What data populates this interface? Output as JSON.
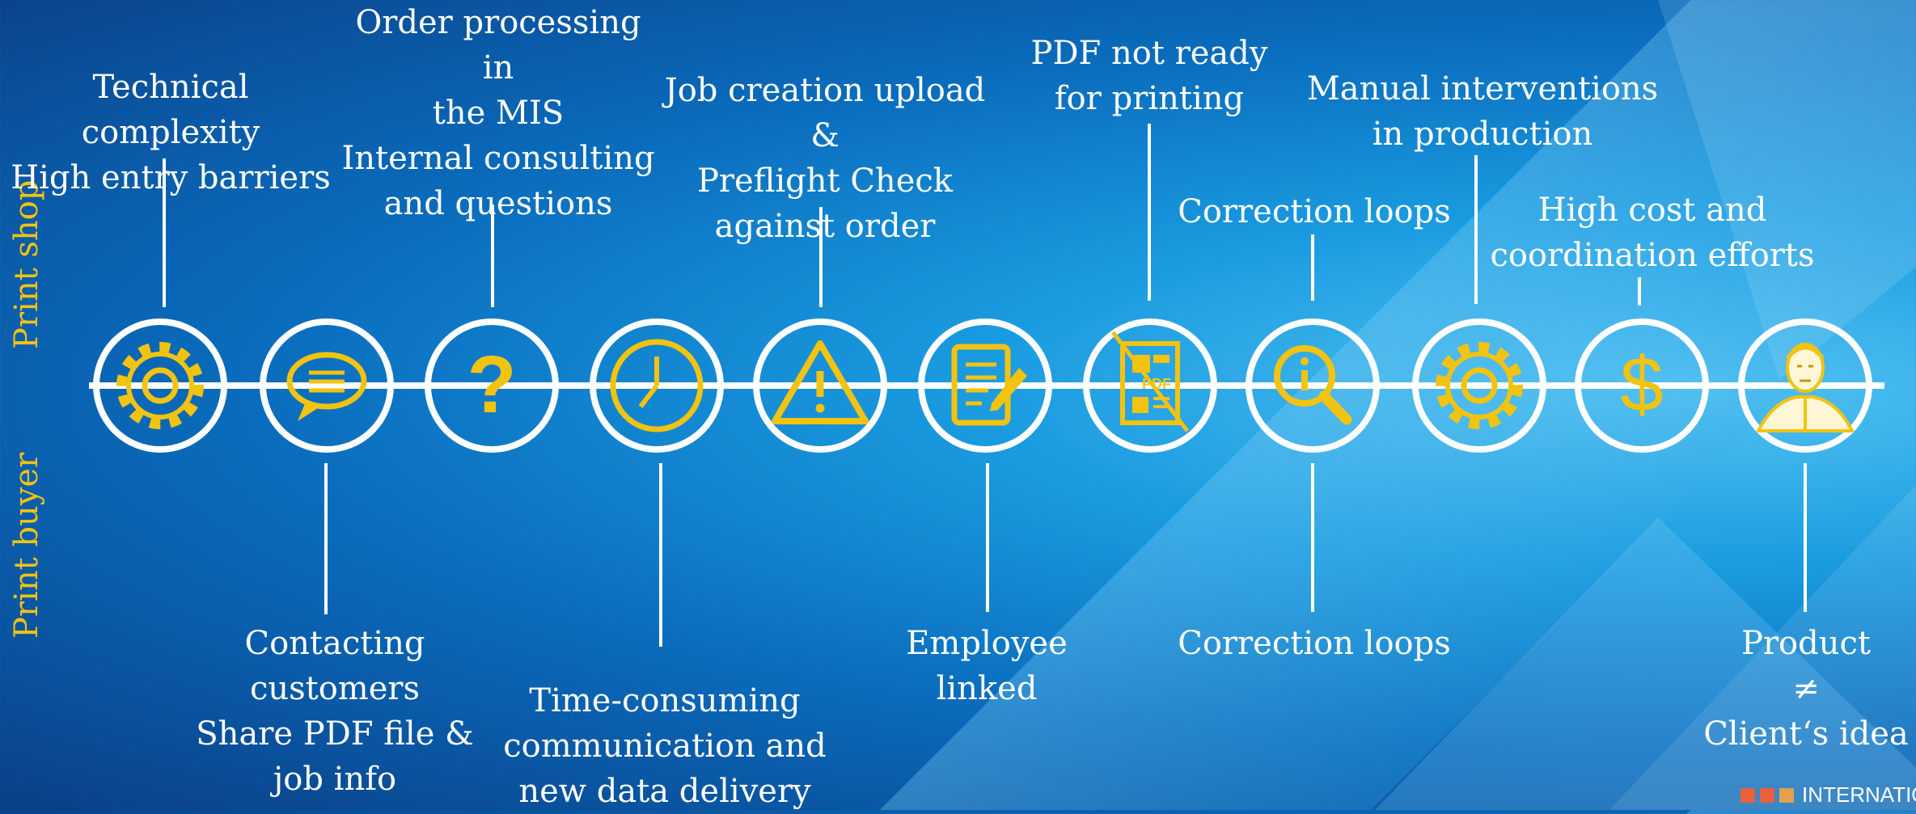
{
  "side_labels": {
    "top": "Print shop",
    "bottom": "Print buyer"
  },
  "colors": {
    "accent": "#f2c311",
    "line": "#ffffff"
  },
  "logo_text": "INTERNATION",
  "steps": [
    {
      "icon": "gear-icon",
      "top": "Technical complexity\nHigh entry barriers",
      "bottom": ""
    },
    {
      "icon": "chat-bubble-icon",
      "top": "",
      "bottom": "Contacting customers\nShare PDF file &\njob info"
    },
    {
      "icon": "question-mark-icon",
      "top": "Order processing in\nthe MIS\nInternal consulting\nand questions",
      "bottom": ""
    },
    {
      "icon": "clock-icon",
      "top": "",
      "bottom": "Time-consuming\ncommunication and\nnew data delivery"
    },
    {
      "icon": "warning-icon",
      "top": "Job creation upload &\nPreflight Check\nagainst order",
      "bottom": ""
    },
    {
      "icon": "document-pen-icon",
      "top": "",
      "bottom": "Employee\nlinked"
    },
    {
      "icon": "pdf-crossed-icon",
      "top": "PDF not ready\nfor printing",
      "bottom": ""
    },
    {
      "icon": "info-magnifier-icon",
      "top": "Correction loops",
      "bottom": "Correction loops"
    },
    {
      "icon": "gear-icon",
      "top": "Manual interventions\nin production",
      "bottom": ""
    },
    {
      "icon": "dollar-icon",
      "top": "High cost and\ncoordination efforts",
      "bottom": ""
    },
    {
      "icon": "person-icon",
      "top": "",
      "bottom": "Product\n≠\nClient‘s idea"
    }
  ]
}
